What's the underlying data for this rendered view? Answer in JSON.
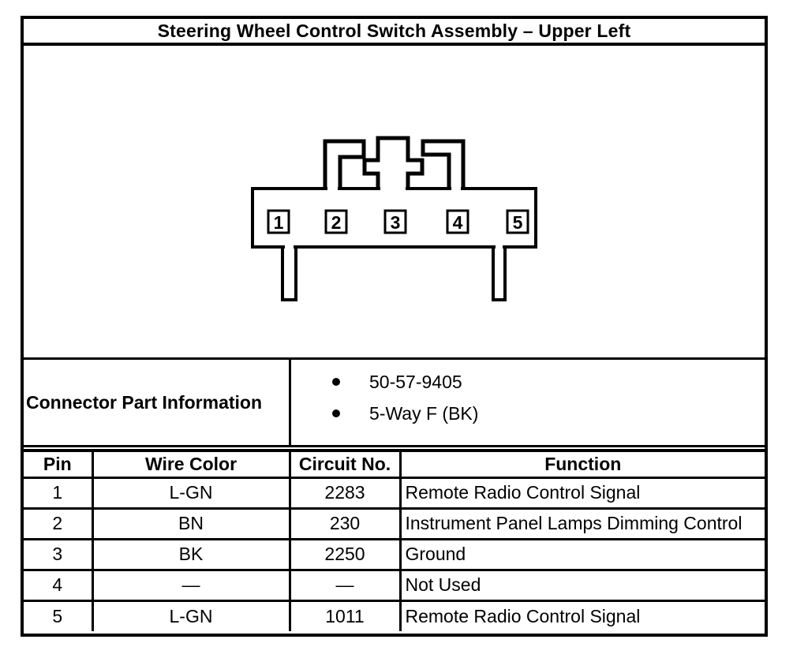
{
  "title": "Steering Wheel Control Switch Assembly – Upper Left",
  "colors": {
    "line": "#000000",
    "background": "#ffffff"
  },
  "connector_diagram": {
    "pin_labels": [
      "1",
      "2",
      "3",
      "4",
      "5"
    ]
  },
  "part_info": {
    "label": "Connector Part Information",
    "items": [
      "50-57-9405",
      "5-Way F (BK)"
    ]
  },
  "pin_table": {
    "headers": [
      "Pin",
      "Wire Color",
      "Circuit No.",
      "Function"
    ],
    "rows": [
      {
        "pin": "1",
        "wire_color": "L-GN",
        "circuit_no": "2283",
        "function": "Remote Radio Control Signal"
      },
      {
        "pin": "2",
        "wire_color": "BN",
        "circuit_no": "230",
        "function": "Instrument Panel Lamps Dimming Control"
      },
      {
        "pin": "3",
        "wire_color": "BK",
        "circuit_no": "2250",
        "function": "Ground"
      },
      {
        "pin": "4",
        "wire_color": "—",
        "circuit_no": "—",
        "function": "Not Used"
      },
      {
        "pin": "5",
        "wire_color": "L-GN",
        "circuit_no": "1011",
        "function": "Remote Radio Control Signal"
      }
    ]
  }
}
